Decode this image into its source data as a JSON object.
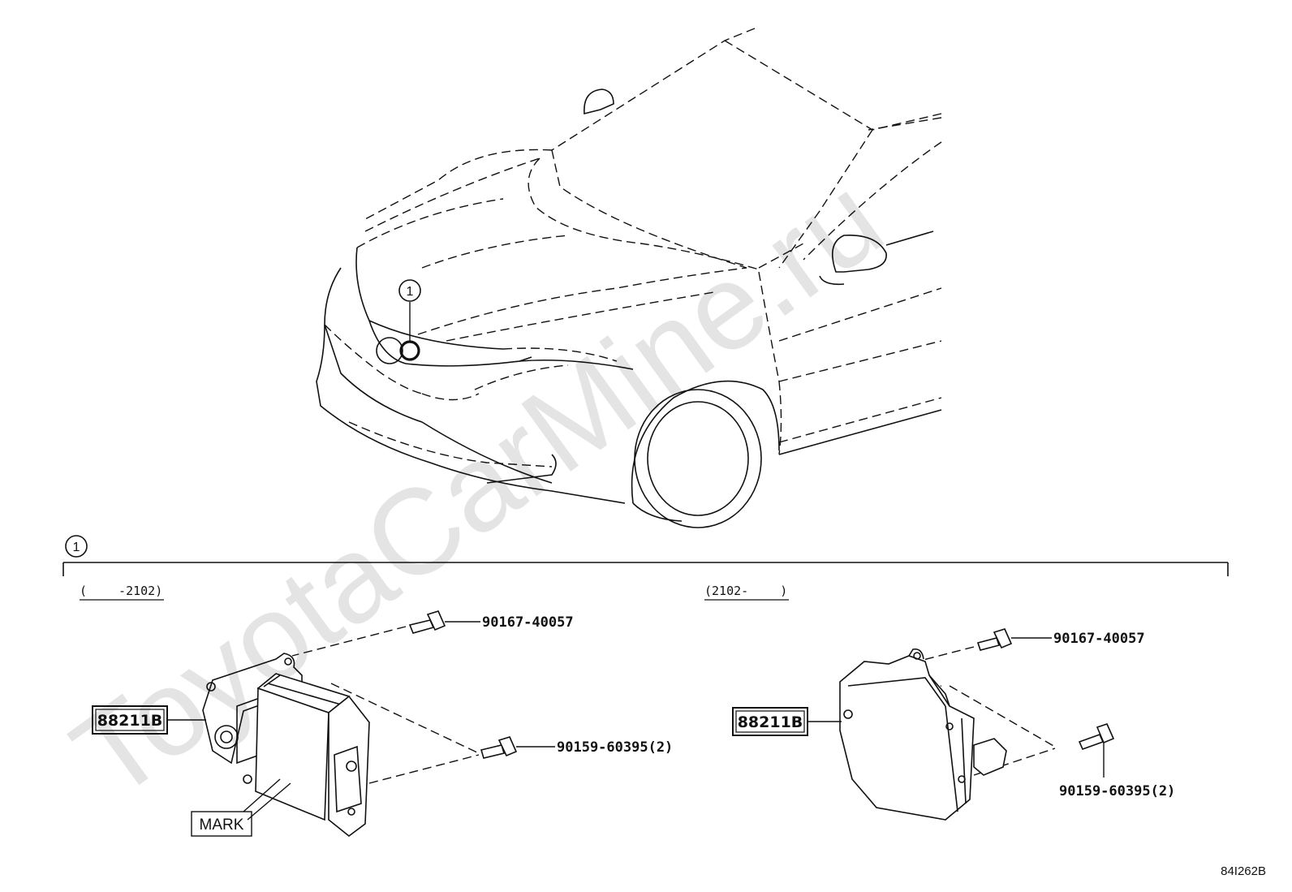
{
  "watermark": "ToyotaCarMine.ru",
  "callout": "1",
  "section_marker": "1",
  "left_panel": {
    "date_range": "(　　 -2102)",
    "part_code": "88211B",
    "bolt_upper": "90167-40057",
    "bolt_lower": "90159-60395(2)",
    "mark_label": "MARK"
  },
  "right_panel": {
    "date_range": "(2102-　　 )",
    "part_code": "88211B",
    "bolt_upper": "90167-40057",
    "bolt_lower": "90159-60395(2)"
  },
  "figure_id": "84I262B"
}
